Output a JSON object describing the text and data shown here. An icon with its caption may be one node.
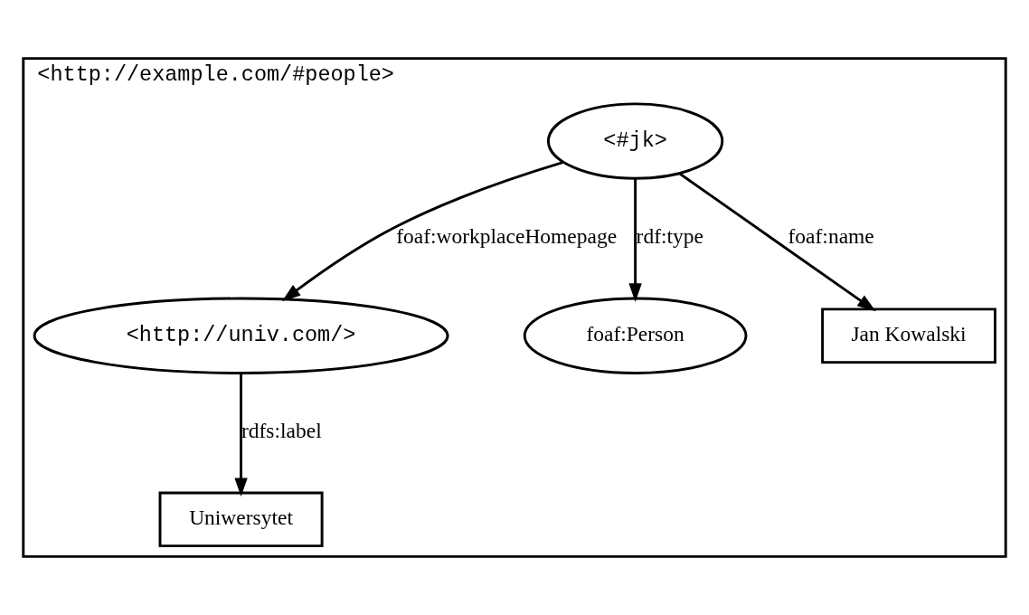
{
  "diagram": {
    "nodes": [
      {
        "text": [
          "<http://example.com/#people>"
        ]
      },
      {
        "text": [
          "<#jk>"
        ],
        "in": 0
      },
      {
        "text": [
          "<http://univ.com/>"
        ],
        "in": 0
      },
      {
        "text": [
          "foaf:Person"
        ],
        "in": 0
      },
      {
        "text": [
          "Jan Kowalski"
        ],
        "in": 0
      },
      {
        "text": [
          "Uniwersytet"
        ],
        "in": 0
      }
    ],
    "edges": [
      {
        "from": 1,
        "to": 2,
        "arrow": "to",
        "label": "foaf:workplaceHomepage"
      },
      {
        "from": 1,
        "to": 3,
        "arrow": "to",
        "label": "rdf:type"
      },
      {
        "from": 1,
        "to": 4,
        "arrow": "to",
        "label": "foaf:name"
      },
      {
        "from": 2,
        "to": 5,
        "arrow": "to",
        "label": "rdfs:label"
      }
    ]
  }
}
